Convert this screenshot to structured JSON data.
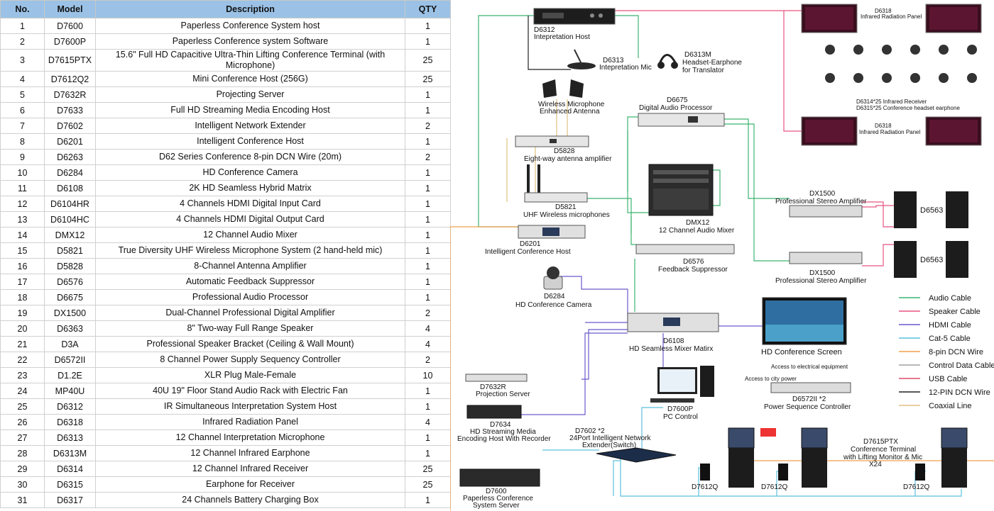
{
  "table": {
    "headers": {
      "no": "No.",
      "model": "Model",
      "description": "Description",
      "qty": "QTY"
    },
    "rows": [
      {
        "no": "1",
        "model": "D7600",
        "description": "Paperless Conference System host",
        "qty": "1"
      },
      {
        "no": "2",
        "model": "D7600P",
        "description": "Paperless Conference system Software",
        "qty": "1"
      },
      {
        "no": "3",
        "model": "D7615PTX",
        "description": "15.6\" Full HD Capacitive Ultra-Thin Lifting Conference Terminal (with Microphone)",
        "qty": "25"
      },
      {
        "no": "4",
        "model": "D7612Q2",
        "description": "Mini Conference Host (256G)",
        "qty": "25"
      },
      {
        "no": "5",
        "model": "D7632R",
        "description": "Projecting Server",
        "qty": "1"
      },
      {
        "no": "6",
        "model": "D7633",
        "description": "Full HD Streaming Media Encoding Host",
        "qty": "1"
      },
      {
        "no": "7",
        "model": "D7602",
        "description": "Intelligent Network Extender",
        "qty": "2"
      },
      {
        "no": "8",
        "model": "D6201",
        "description": "Intelligent Conference Host",
        "qty": "1"
      },
      {
        "no": "9",
        "model": "D6263",
        "description": "D62 Series Conference 8-pin DCN Wire (20m)",
        "qty": "2"
      },
      {
        "no": "10",
        "model": "D6284",
        "description": "HD Conference Camera",
        "qty": "1"
      },
      {
        "no": "11",
        "model": "D6108",
        "description": "2K HD Seamless Hybrid Matrix",
        "qty": "1"
      },
      {
        "no": "12",
        "model": "D6104HR",
        "description": "4 Channels HDMI Digital Input Card",
        "qty": "1"
      },
      {
        "no": "13",
        "model": "D6104HC",
        "description": "4 Channels HDMI Digital Output Card",
        "qty": "1"
      },
      {
        "no": "14",
        "model": "DMX12",
        "description": "12 Channel Audio Mixer",
        "qty": "1"
      },
      {
        "no": "15",
        "model": "D5821",
        "description": "True Diversity UHF Wireless Microphone System (2 hand-held mic)",
        "qty": "1"
      },
      {
        "no": "16",
        "model": "D5828",
        "description": "8-Channel Antenna Amplifier",
        "qty": "1"
      },
      {
        "no": "17",
        "model": "D6576",
        "description": "Automatic Feedback Suppressor",
        "qty": "1"
      },
      {
        "no": "18",
        "model": "D6675",
        "description": "Professional Audio Processor",
        "qty": "1"
      },
      {
        "no": "19",
        "model": "DX1500",
        "description": "Dual-Channel Professional Digital Amplifier",
        "qty": "2"
      },
      {
        "no": "20",
        "model": "D6363",
        "description": "8\" Two-way Full Range Speaker",
        "qty": "4"
      },
      {
        "no": "21",
        "model": "D3A",
        "description": "Professional Speaker Bracket (Ceiling & Wall Mount)",
        "qty": "4"
      },
      {
        "no": "22",
        "model": "D6572II",
        "description": "8 Channel Power Supply Sequency Controller",
        "qty": "2"
      },
      {
        "no": "23",
        "model": "D1.2E",
        "description": "XLR Plug Male-Female",
        "qty": "10"
      },
      {
        "no": "24",
        "model": "MP40U",
        "description": "40U 19\" Floor Stand Audio Rack with Electric Fan",
        "qty": "1"
      },
      {
        "no": "25",
        "model": "D6312",
        "description": "IR Simultaneous Interpretation System Host",
        "qty": "1"
      },
      {
        "no": "26",
        "model": "D6318",
        "description": "Infrared Radiation Panel",
        "qty": "4"
      },
      {
        "no": "27",
        "model": "D6313",
        "description": "12 Channel Interpretation Microphone",
        "qty": "1"
      },
      {
        "no": "28",
        "model": "D6313M",
        "description": "12 Channel Infrared Earphone",
        "qty": "1"
      },
      {
        "no": "29",
        "model": "D6314",
        "description": "12 Channel Infrared Receiver",
        "qty": "25"
      },
      {
        "no": "30",
        "model": "D6315",
        "description": "Earphone for Receiver",
        "qty": "25"
      },
      {
        "no": "31",
        "model": "D6317",
        "description": "24 Channels Battery Charging Box",
        "qty": "1"
      }
    ]
  },
  "diagram": {
    "devices": {
      "d6312": "D6312",
      "d6312_sub": "Intepretation Host",
      "d6313": "D6313",
      "d6313_sub": "Intepretation Mic",
      "d6313m": "D6313M",
      "d6313m_sub1": "Headset-Earphone",
      "d6313m_sub2": "for Translator",
      "d6318_top": "D6318",
      "d6318_top_sub": "Infrared Radiation Panel",
      "d6314": "D6314*25 Infrared Receiver",
      "d6315": "D6315*25 Conference headset earphone",
      "d6318_mid": "D6318",
      "d6318_mid_sub": "Infrared Radiation Panel",
      "wireless_ant1": "Wireless Microphone",
      "wireless_ant2": "Enhanced Antenna",
      "d6675": "D6675",
      "d6675_sub": "Digital Audio Processor",
      "d5828": "D5828",
      "d5828_sub": "Eight-way antenna amplifier",
      "d5821": "D5821",
      "d5821_sub": "UHF Wireless microphones",
      "dmx12": "DMX12",
      "dmx12_sub": "12 Channel Audio Mixer",
      "dx1500_a": "DX1500",
      "dx1500_a_sub": "Professional Stereo Amplifier",
      "d6563_a": "D6563",
      "dx1500_b": "DX1500",
      "dx1500_b_sub": "Professional Stereo Amplifier",
      "d6563_b": "D6563",
      "d6201": "D6201",
      "d6201_sub": "Intelligent Conference Host",
      "d6576": "D6576",
      "d6576_sub": "Feedback Suppressor",
      "d6284": "D6284",
      "d6284_sub": "HD Conference Camera",
      "d6108": "D6108",
      "d6108_sub": "HD Seamless Mixer Matirx",
      "screen": "HD Conference Screen",
      "d7632r": "D7632R",
      "d7632r_sub": "Projection Server",
      "d7634": "D7634",
      "d7634_sub1": "HD Streaming Media",
      "d7634_sub2": "Encoding Host With Recorder",
      "d7600p": "D7600P",
      "d7600p_sub": "PC Control",
      "d6572": "D6572II *2",
      "d6572_sub": "Power Sequence Controller",
      "d6572_note1": "Access to electrical equipment",
      "d6572_note2": "Access to city power",
      "d7602": "D7602 *2",
      "d7602_sub1": "24Port Intelligent Network",
      "d7602_sub2": "Extender(Switch)",
      "d7600": "D7600",
      "d7600_sub1": "Paperless Conference",
      "d7600_sub2": "System Server",
      "d7612q_1": "D7612Q",
      "d7612q_2": "D7612Q",
      "d7612q_3": "D7612Q",
      "d7615ptx": "D7615PTX",
      "d7615ptx_sub1": "Conference Terminal",
      "d7615ptx_sub2": "with Lifting Monitor & Mic",
      "d7615ptx_sub3": "X24"
    },
    "legend": [
      {
        "label": "Audio Cable",
        "color": "#3cb371"
      },
      {
        "label": "Speaker Cable",
        "color": "#e75480"
      },
      {
        "label": "HDMI Cable",
        "color": "#6a5acd"
      },
      {
        "label": "Cat-5 Cable",
        "color": "#5bc0de"
      },
      {
        "label": "8-pin DCN Wire",
        "color": "#f0a04b"
      },
      {
        "label": "Control Data Cable",
        "color": "#a0a0a0"
      },
      {
        "label": "USB Cable",
        "color": "#d94f6b"
      },
      {
        "label": "12-PIN DCN Wire",
        "color": "#222222"
      },
      {
        "label": "Coaxial Line",
        "color": "#e0c080"
      }
    ]
  }
}
